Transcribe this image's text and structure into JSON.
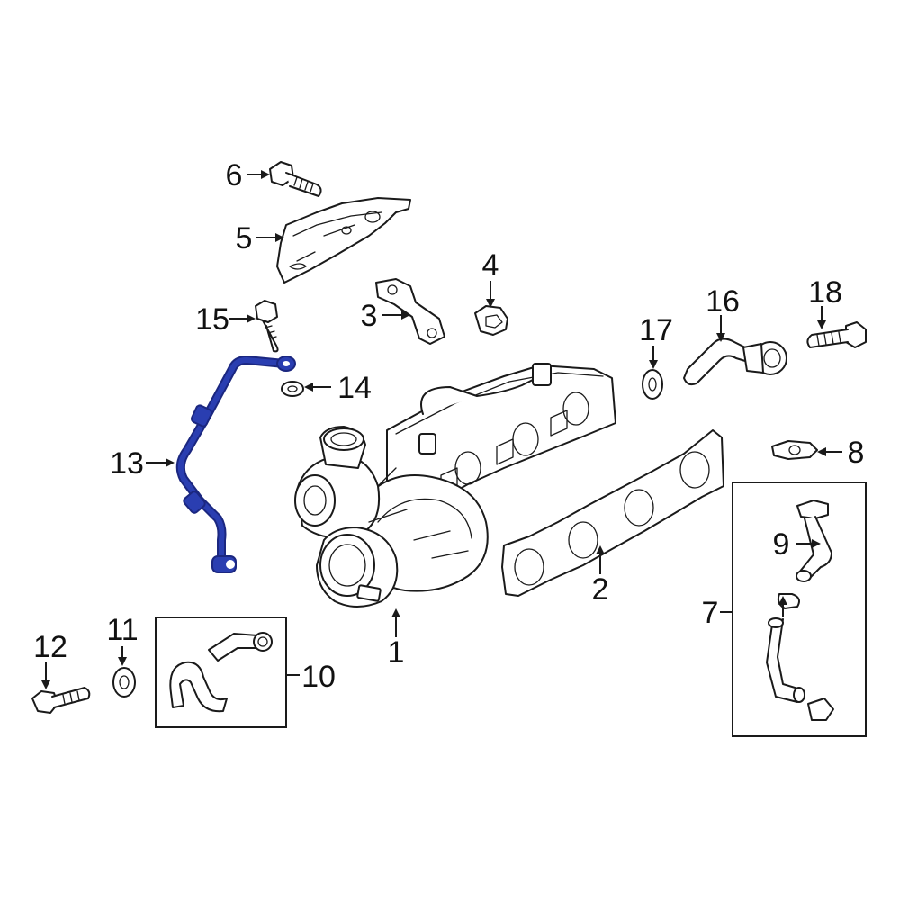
{
  "colors": {
    "highlight": "#2a3eb1",
    "highlight_dark": "#1b2780",
    "line": "#1a1a1a",
    "background": "#ffffff"
  },
  "callouts": {
    "c1": "1",
    "c2": "2",
    "c3": "3",
    "c4": "4",
    "c5": "5",
    "c6": "6",
    "c7": "7",
    "c8": "8",
    "c9": "9",
    "c10": "10",
    "c11": "11",
    "c12": "12",
    "c13": "13",
    "c14": "14",
    "c15": "15",
    "c16": "16",
    "c17": "17",
    "c18": "18"
  },
  "highlighted_part": "13"
}
